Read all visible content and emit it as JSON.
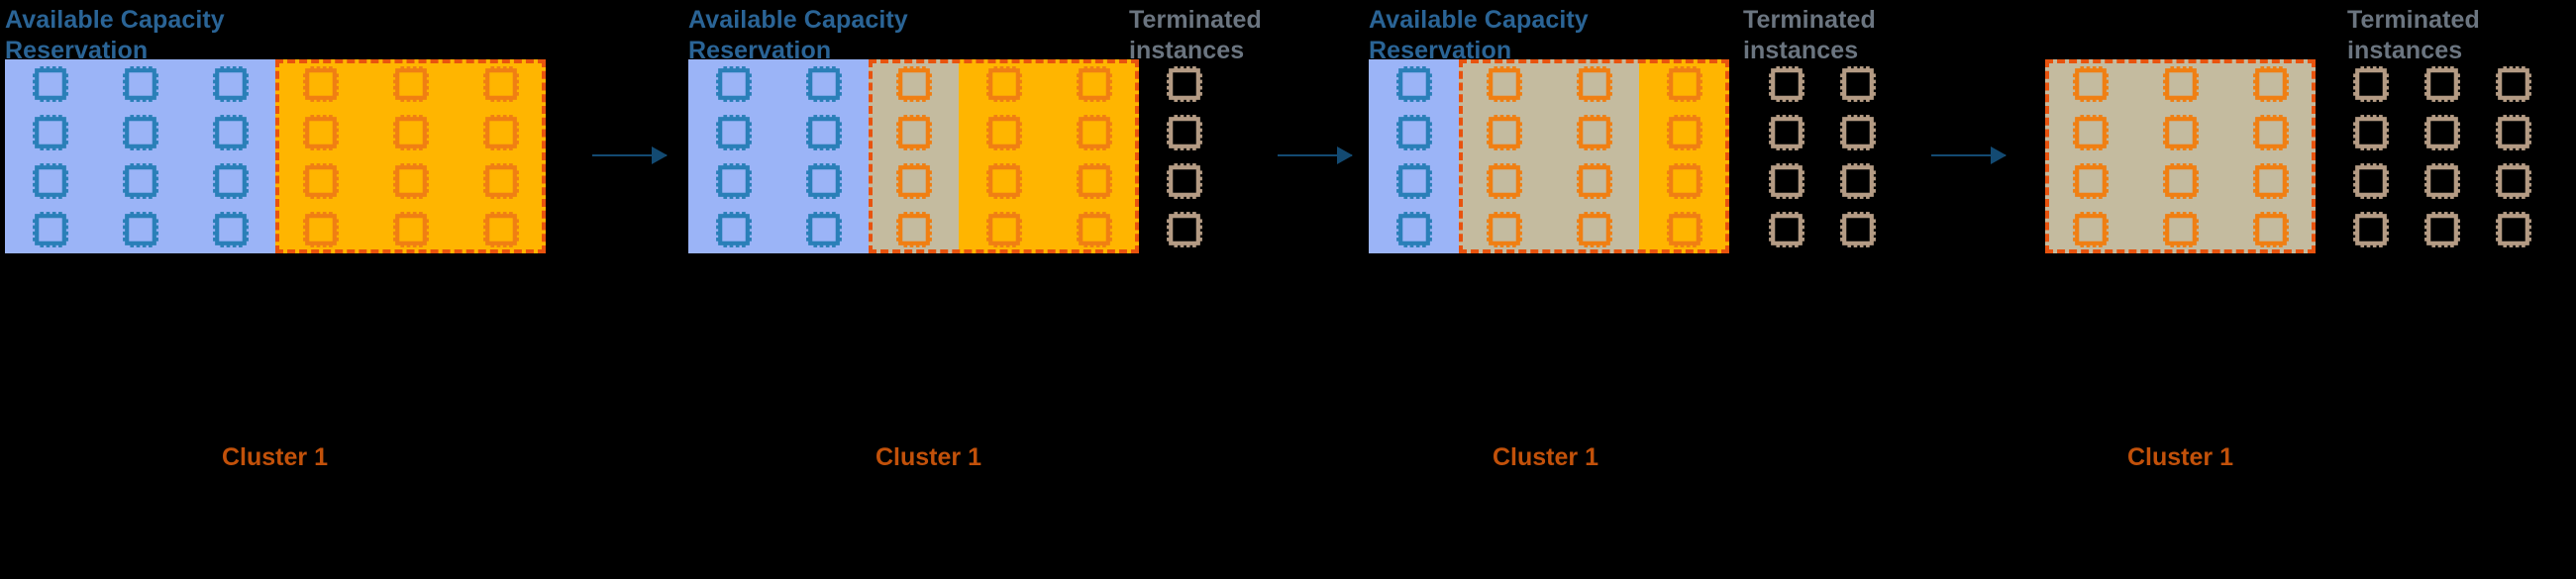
{
  "diagram": {
    "title_acr": "Available Capacity\nReservation",
    "title_terminated": "Terminated\ninstances",
    "cluster_label": "Cluster 1",
    "colors": {
      "available_blue_fill": "#9bb4f7",
      "reserved_orange_fill": "#ffb500",
      "unused_gray_fill": "#c4bb9f",
      "chip_blue": "#2a7fb8",
      "chip_orange": "#f07f13",
      "chip_terminated": "#b49b84",
      "cluster_border": "#e8530e",
      "arrow": "#134a72",
      "acr_text": "#2a6496",
      "terminated_text": "#6b7580",
      "cluster_text": "#c2510a",
      "background": "#000000"
    },
    "rows": 4,
    "icon_name": "cpu-chip-icon",
    "arrow_icon_name": "right-arrow-icon"
  },
  "stages": [
    {
      "id": "stage-1",
      "acr_label": "Available Capacity\nReservation",
      "terminated_label": null,
      "cluster_label": "Cluster 1",
      "columns": [
        {
          "fill": "blue",
          "chip": "blue"
        },
        {
          "fill": "blue",
          "chip": "blue"
        },
        {
          "fill": "blue",
          "chip": "blue"
        },
        {
          "fill": "orange",
          "chip": "orange"
        },
        {
          "fill": "orange",
          "chip": "orange"
        },
        {
          "fill": "orange",
          "chip": "orange"
        }
      ],
      "cluster_columns": [
        3,
        4,
        5
      ],
      "terminated_columns": 0
    },
    {
      "id": "stage-2",
      "acr_label": "Available Capacity\nReservation",
      "terminated_label": "Terminated\ninstances",
      "cluster_label": "Cluster 1",
      "columns": [
        {
          "fill": "blue",
          "chip": "blue"
        },
        {
          "fill": "blue",
          "chip": "blue"
        },
        {
          "fill": "gray",
          "chip": "orange"
        },
        {
          "fill": "orange",
          "chip": "orange"
        },
        {
          "fill": "orange",
          "chip": "orange"
        }
      ],
      "cluster_columns": [
        2,
        3,
        4
      ],
      "terminated_columns": 1
    },
    {
      "id": "stage-3",
      "acr_label": "Available Capacity\nReservation",
      "terminated_label": "Terminated\ninstances",
      "cluster_label": "Cluster 1",
      "columns": [
        {
          "fill": "blue",
          "chip": "blue"
        },
        {
          "fill": "gray",
          "chip": "orange"
        },
        {
          "fill": "gray",
          "chip": "orange"
        },
        {
          "fill": "orange",
          "chip": "orange"
        }
      ],
      "cluster_columns": [
        1,
        2,
        3
      ],
      "terminated_columns": 2
    },
    {
      "id": "stage-4",
      "acr_label": null,
      "terminated_label": "Terminated\ninstances",
      "cluster_label": "Cluster 1",
      "columns": [
        {
          "fill": "gray",
          "chip": "orange"
        },
        {
          "fill": "gray",
          "chip": "orange"
        },
        {
          "fill": "gray",
          "chip": "orange"
        }
      ],
      "cluster_columns": [
        0,
        1,
        2
      ],
      "terminated_columns": 3
    }
  ],
  "arrows": [
    {
      "id": "arrow-1-2"
    },
    {
      "id": "arrow-2-3"
    },
    {
      "id": "arrow-3-4"
    }
  ]
}
